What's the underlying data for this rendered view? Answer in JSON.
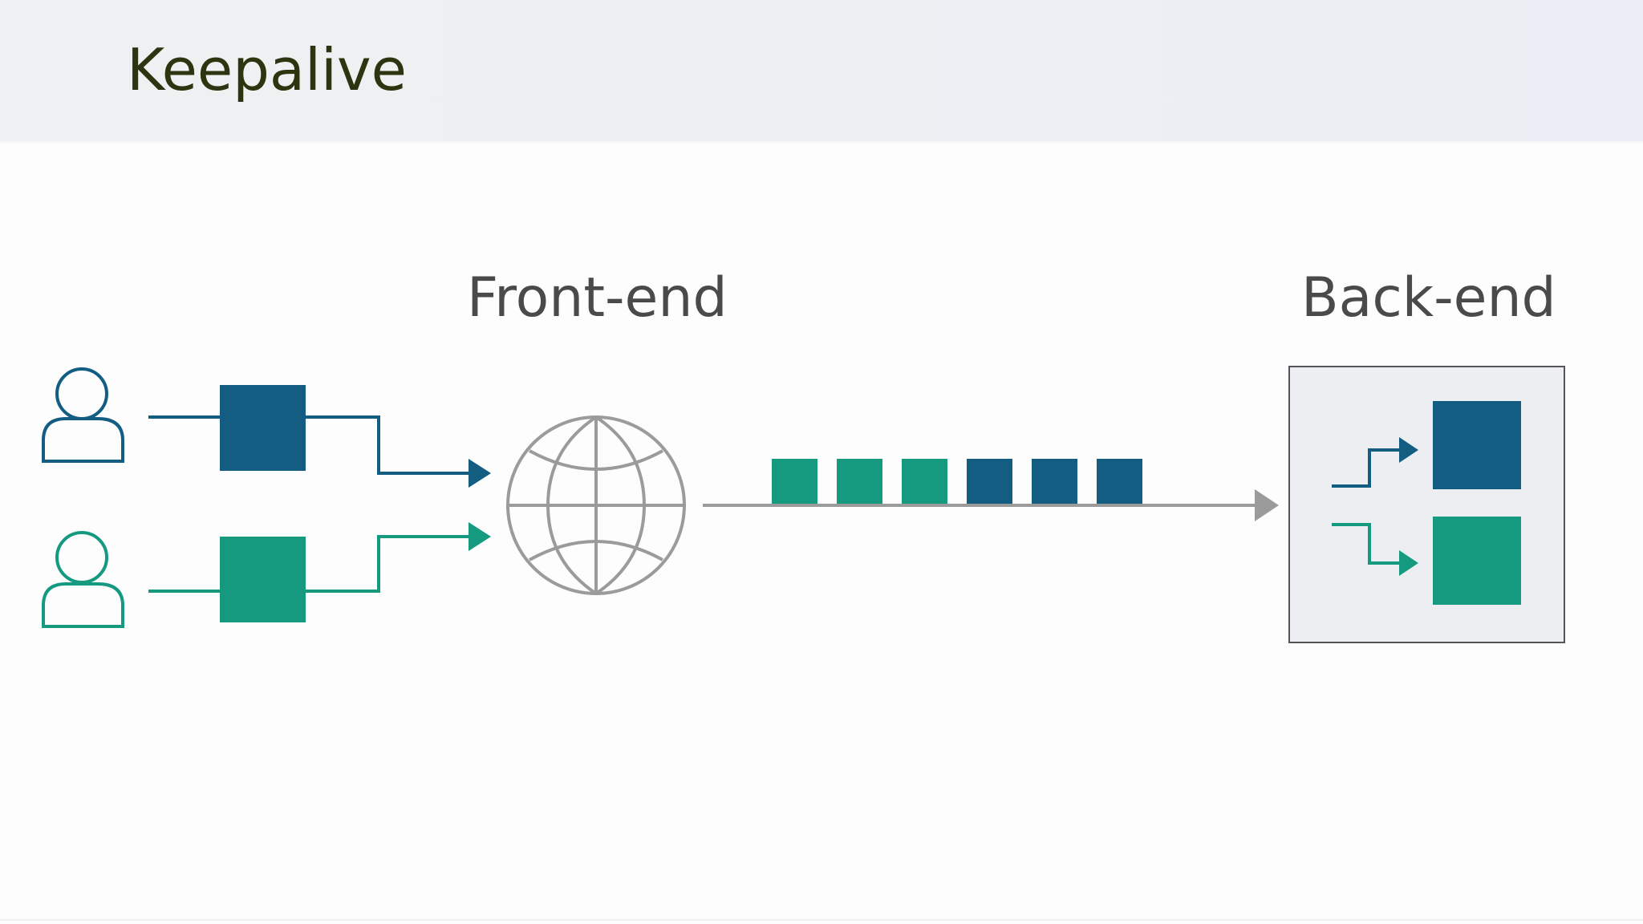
{
  "slide": {
    "title": "Keepalive"
  },
  "diagram": {
    "frontend_label": "Front-end",
    "backend_label": "Back-end",
    "colors": {
      "blue": "#135d82",
      "teal": "#159a80",
      "gray": "#9b9b9b",
      "backend_box_border": "#555555",
      "backend_box_fill": "#eceef1"
    },
    "icons": {
      "client_top": "user-icon",
      "client_bottom": "user-icon",
      "frontend": "globe-icon"
    },
    "packet_stream": [
      "teal",
      "teal",
      "teal",
      "blue",
      "blue",
      "blue"
    ]
  }
}
